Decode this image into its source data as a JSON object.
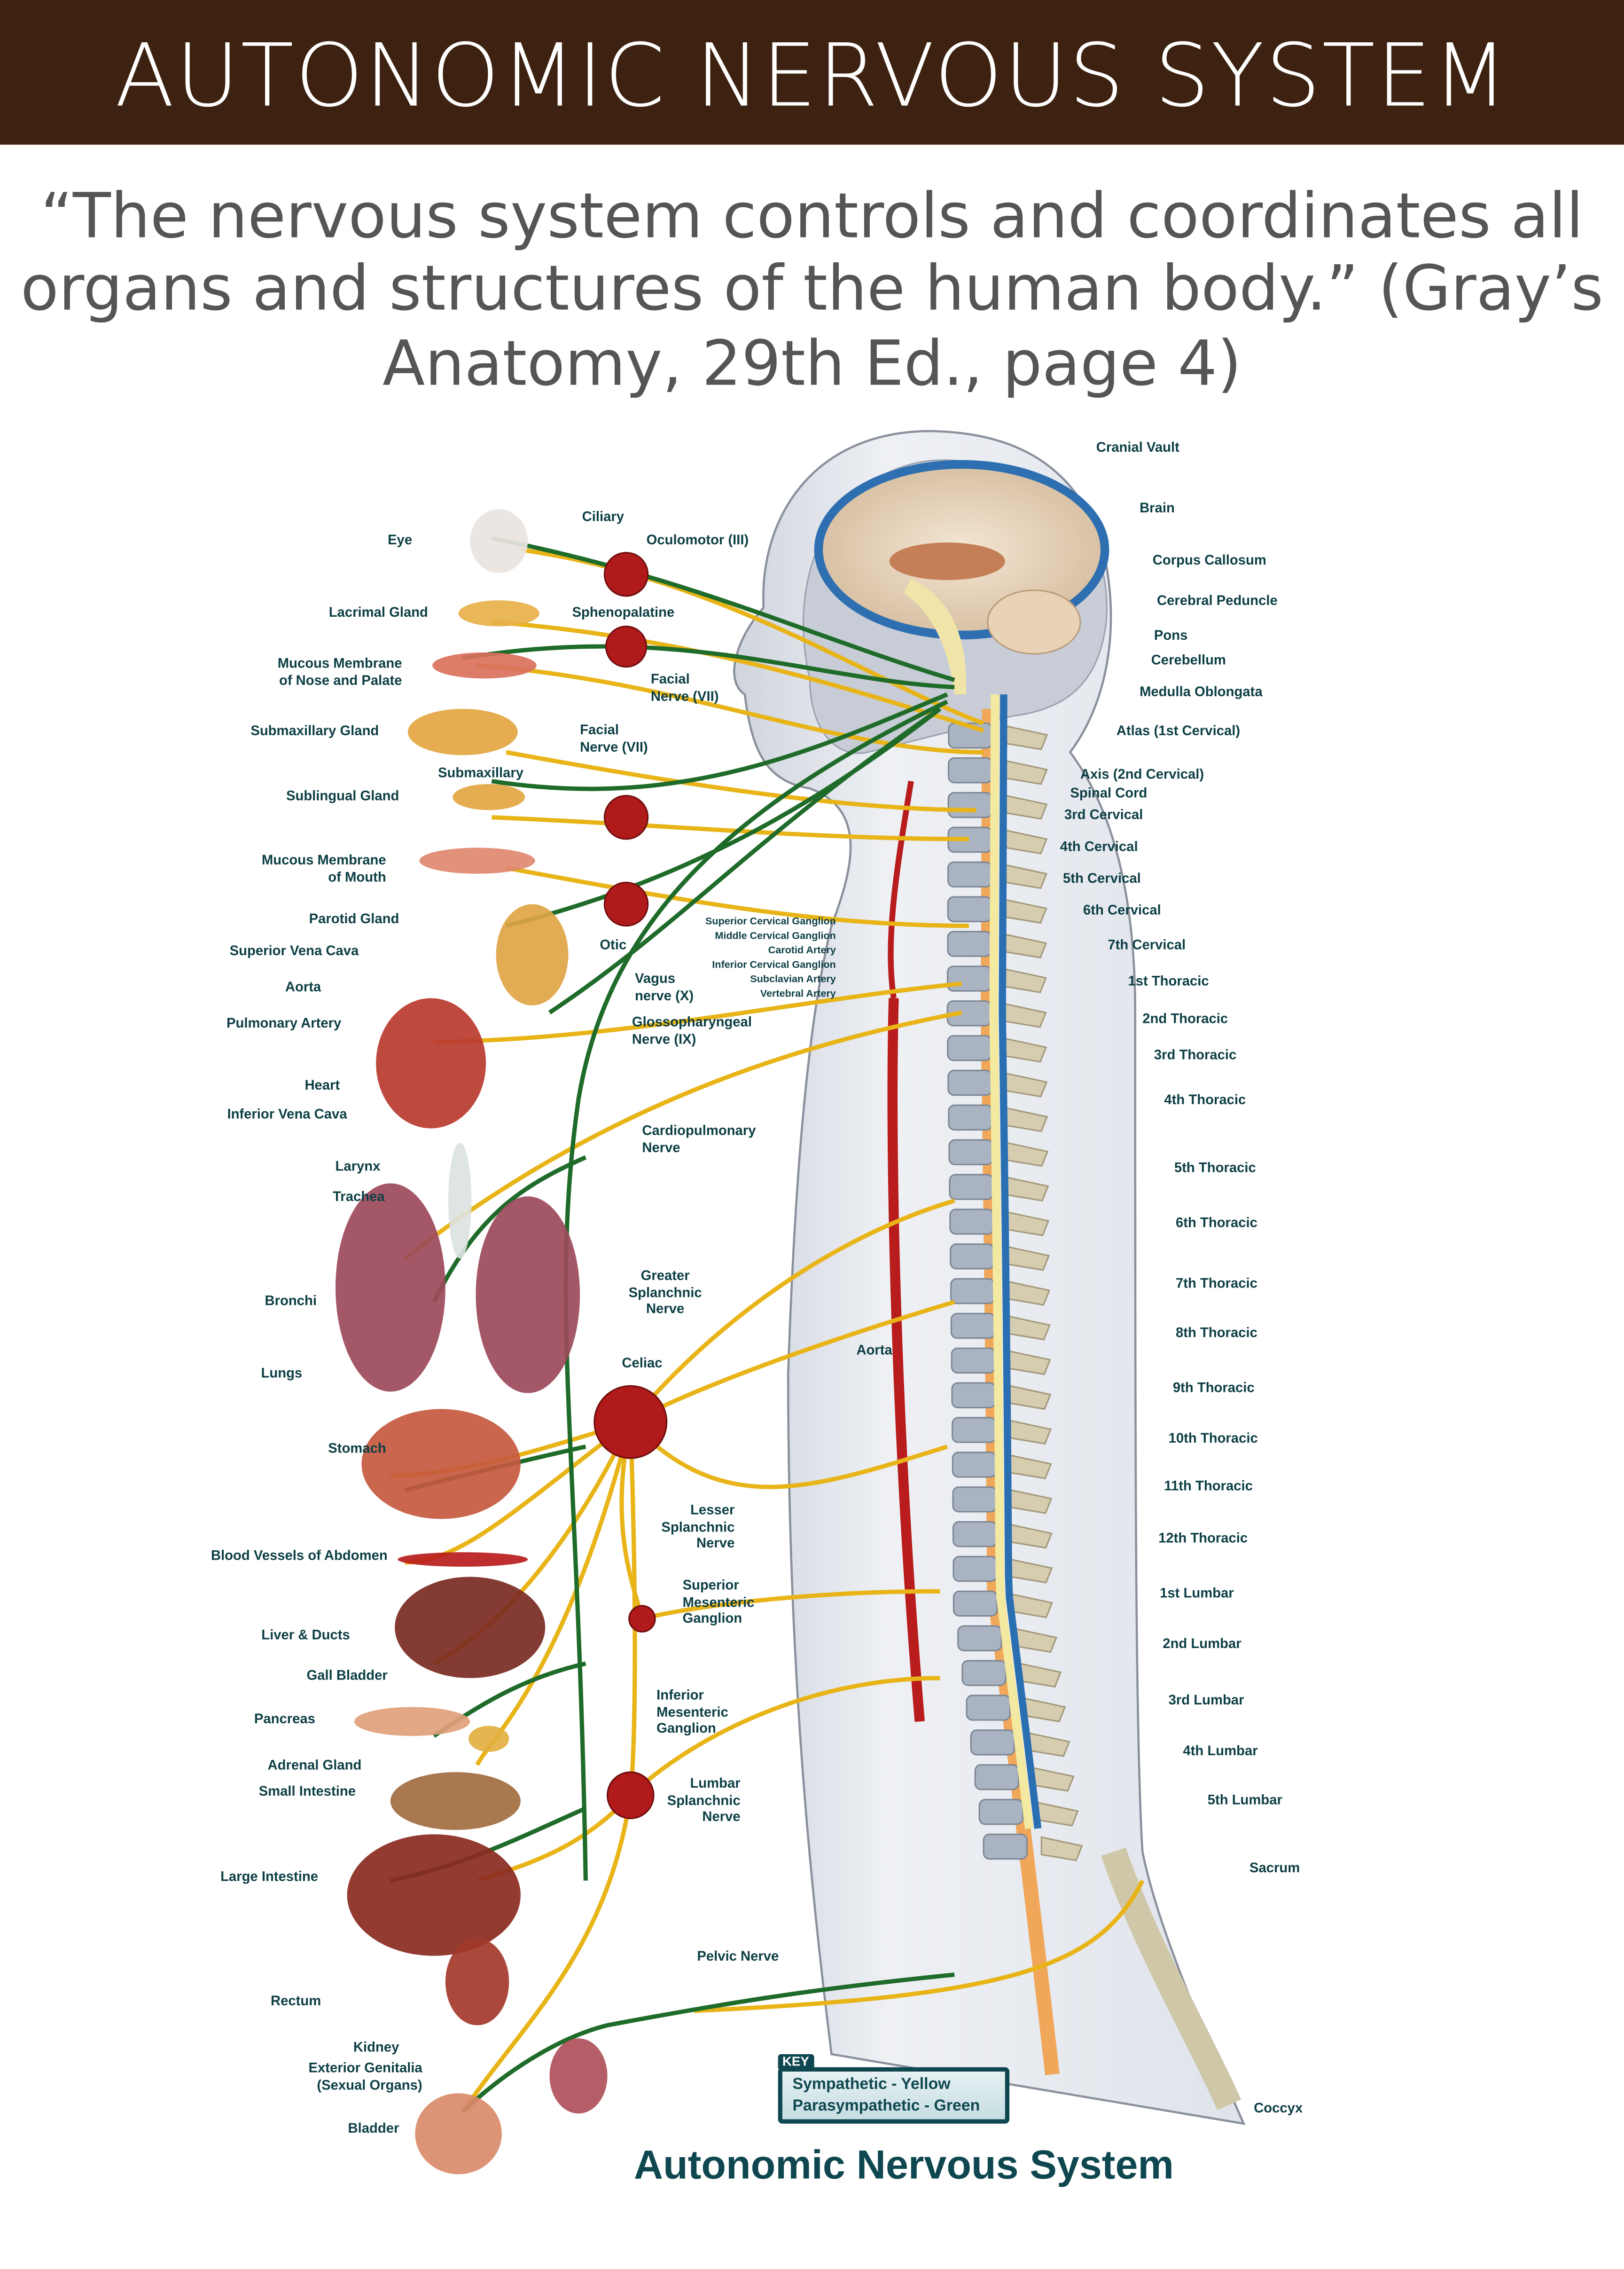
{
  "header": {
    "title": "AUTONOMIC NERVOUS SYSTEM"
  },
  "quote": {
    "lines": [
      "“The nervous system controls and coordinates all",
      "organs and structures of the human body.” (Gray’s",
      "Anatomy, 29th Ed., page 4)"
    ]
  },
  "labels": {
    "spine": [
      "Cranial Vault",
      "Brain",
      "Corpus Callosum",
      "Cerebral Peduncle",
      "Pons",
      "Cerebellum",
      "Medulla Oblongata",
      "Atlas (1st Cervical)",
      "Axis (2nd Cervical)",
      "Spinal Cord",
      "3rd Cervical",
      "4th Cervical",
      "5th Cervical",
      "6th Cervical",
      "7th Cervical",
      "1st Thoracic",
      "2nd Thoracic",
      "3rd Thoracic",
      "4th Thoracic",
      "5th Thoracic",
      "6th Thoracic",
      "7th Thoracic",
      "8th Thoracic",
      "9th Thoracic",
      "10th Thoracic",
      "11th Thoracic",
      "12th Thoracic",
      "1st Lumbar",
      "2nd Lumbar",
      "3rd Lumbar",
      "4th Lumbar",
      "5th Lumbar",
      "Sacrum",
      "Coccyx"
    ],
    "organs": [
      "Eye",
      "Lacrimal Gland",
      "Mucous Membrane\nof Nose and Palate",
      "Submaxillary Gland",
      "Sublingual Gland",
      "Mucous Membrane\nof Mouth",
      "Parotid Gland",
      "Superior Vena Cava",
      "Aorta",
      "Pulmonary Artery",
      "Heart",
      "Inferior Vena Cava",
      "Larynx",
      "Trachea",
      "Bronchi",
      "Lungs",
      "Stomach",
      "Blood Vessels of Abdomen",
      "Liver & Ducts",
      "Gall Bladder",
      "Pancreas",
      "Adrenal Gland",
      "Small Intestine",
      "Large Intestine",
      "Rectum",
      "Kidney",
      "Exterior Genitalia\n(Sexual Organs)",
      "Bladder"
    ],
    "nerves": [
      "Ciliary",
      "Oculomotor (III)",
      "Sphenopalatine",
      "Facial\nNerve (VII)",
      "Facial\nNerve (VII)",
      "Submaxillary",
      "Otic",
      "Vagus\nnerve (X)",
      "Glossopharyngeal\nNerve (IX)",
      "Cardiopulmonary\nNerve",
      "Greater\nSplanchnic\nNerve",
      "Celiac",
      "Lesser\nSplanchnic\nNerve",
      "Superior\nMesenteric\nGanglion",
      "Inferior\nMesenteric\nGanglion",
      "Lumbar\nSplanchnic\nNerve",
      "Pelvic Nerve",
      "Aorta"
    ],
    "neck": [
      "Superior Cervical Ganglion",
      "Middle Cervical Ganglion",
      "Carotid Artery",
      "Inferior Cervical Ganglion",
      "Subclavian Artery",
      "Vertebral Artery"
    ]
  },
  "key": {
    "tab": "KEY",
    "lines": [
      "Sympathetic - Yellow",
      "Parasympathetic - Green"
    ]
  },
  "bottom_title": "Autonomic Nervous System",
  "colors": {
    "header": "#3d2211",
    "sympathetic": "#e8b417",
    "parasympathetic": "#1f6b2a",
    "ganglion": "#b01a1a",
    "label": "#0d3f45"
  }
}
